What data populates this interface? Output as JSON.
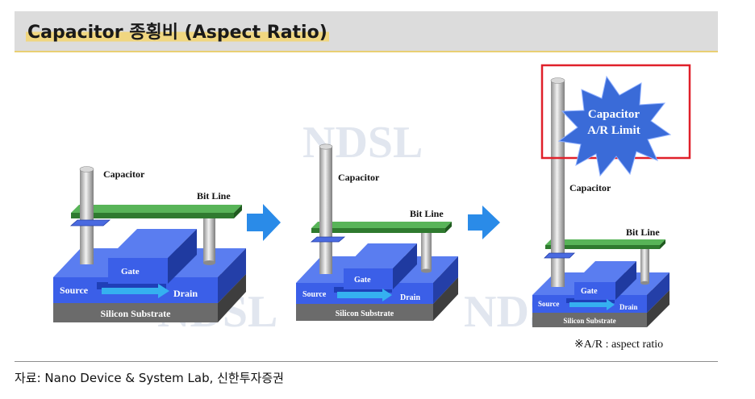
{
  "title": "Capacitor 종횡비 (Aspect Ratio)",
  "watermark": "NDSL",
  "stages": [
    {
      "capacitor": "Capacitor",
      "bit_line": "Bit Line",
      "gate": "Gate",
      "source": "Source",
      "drain": "Drain",
      "substrate": "Silicon Substrate"
    },
    {
      "capacitor": "Capacitor",
      "bit_line": "Bit Line",
      "gate": "Gate",
      "source": "Source",
      "drain": "Drain",
      "substrate": "Silicon Substrate"
    },
    {
      "capacitor": "Capacitor",
      "bit_line": "Bit Line",
      "gate": "Gate",
      "source": "Source",
      "drain": "Drain",
      "substrate": "Silicon Substrate"
    }
  ],
  "limit_label_line1": "Capacitor",
  "limit_label_line2": "A/R Limit",
  "note": "※A/R : aspect ratio",
  "source": "자료: Nano Device & System Lab, 신한투자증권",
  "colors": {
    "blue": "#3b5fe8",
    "green": "#3f9a3f",
    "substrate": "#6b6b6b",
    "arrow": "#2a8be8",
    "limit_box": "#e0202a"
  }
}
